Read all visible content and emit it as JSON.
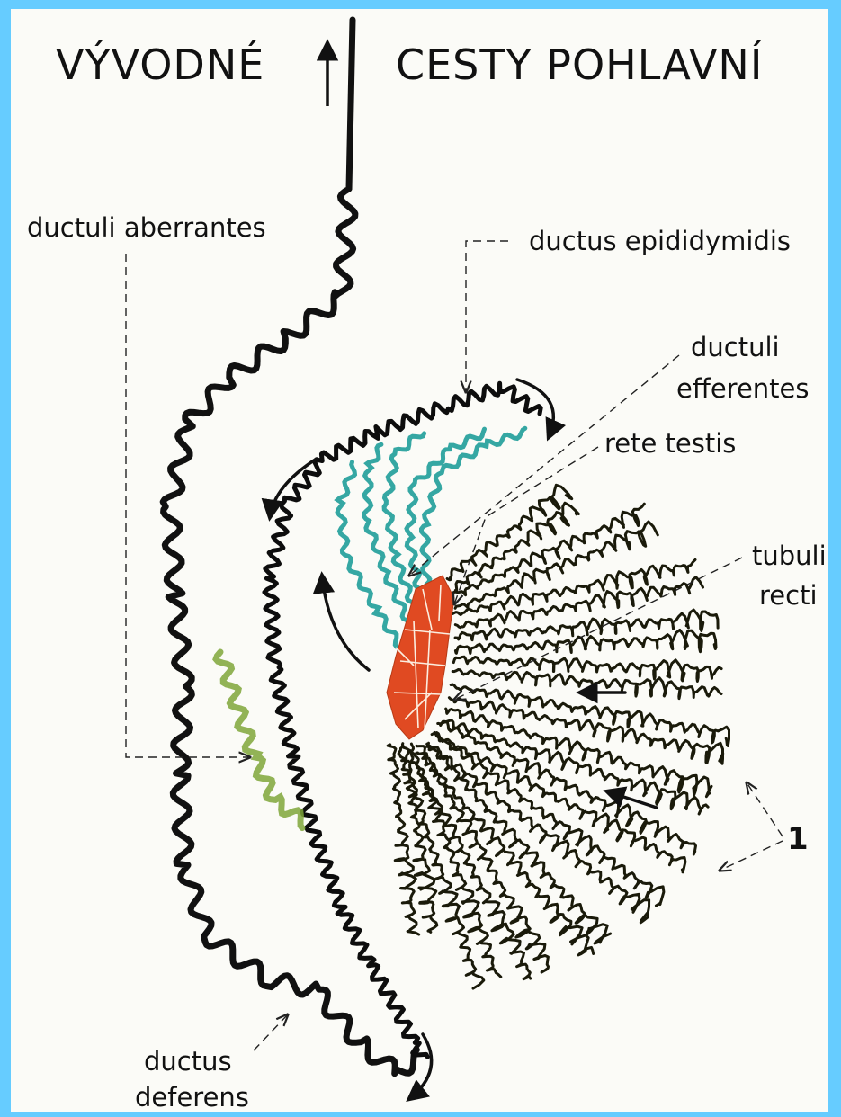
{
  "title": {
    "left": "VÝVODNÉ",
    "right": "CESTY POHLAVNÍ"
  },
  "labels": {
    "ductuli_aberrantes": "ductuli aberrantes",
    "ductus_epididymidis": "ductus epididymidis",
    "ductuli_efferentes_1": "ductuli",
    "ductuli_efferentes_2": "efferentes",
    "rete_testis": "rete testis",
    "tubuli_recti_1": "tubuli",
    "tubuli_recti_2": "recti",
    "ductus_deferens_1": "ductus",
    "ductus_deferens_2": "deferens",
    "number_1": "1"
  },
  "colors": {
    "frame": "#66ccff",
    "efferentes": "#35a7a3",
    "rete": "#e04a22",
    "aberrantes": "#7fa63a"
  }
}
